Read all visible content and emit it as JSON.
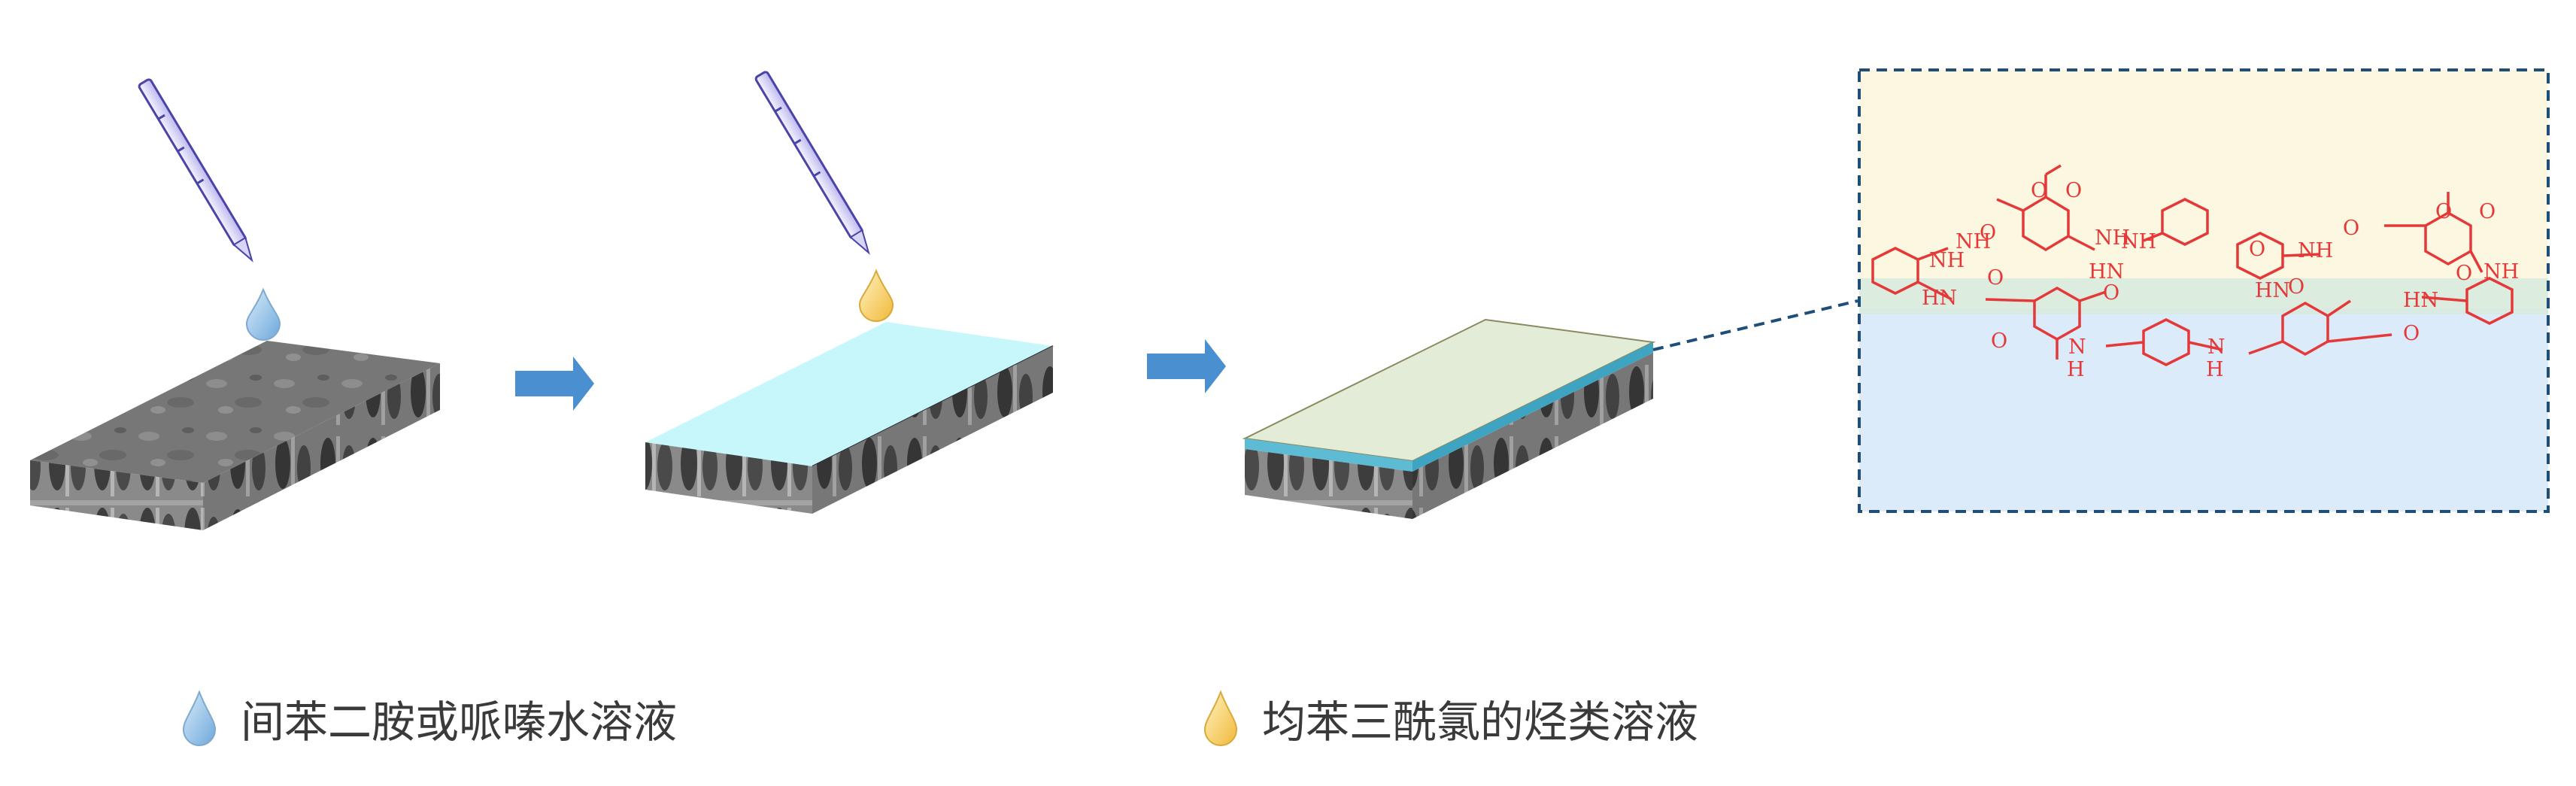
{
  "legend": {
    "amine_solution": "间苯二胺或哌嗪水溶液",
    "acyl_chloride_solution": "均苯三酰氯的烃类溶液"
  },
  "molecule_labels": {
    "carboxylate_o": "O",
    "carbonyl_o": "O",
    "nh": "NH",
    "hn": "HN",
    "n": "N",
    "h": "H"
  },
  "colors": {
    "drop_blue": "#8fbfe6",
    "drop_yellow": "#f7cf63",
    "film_cyan": "#c8f7fb",
    "film_green": "#e3ecd6",
    "arrow": "#4a8fd0",
    "inset_top": "#fbf7e1",
    "inset_bottom": "#dcebf9",
    "structure": "#e53939",
    "dash": "#1f4e79"
  }
}
